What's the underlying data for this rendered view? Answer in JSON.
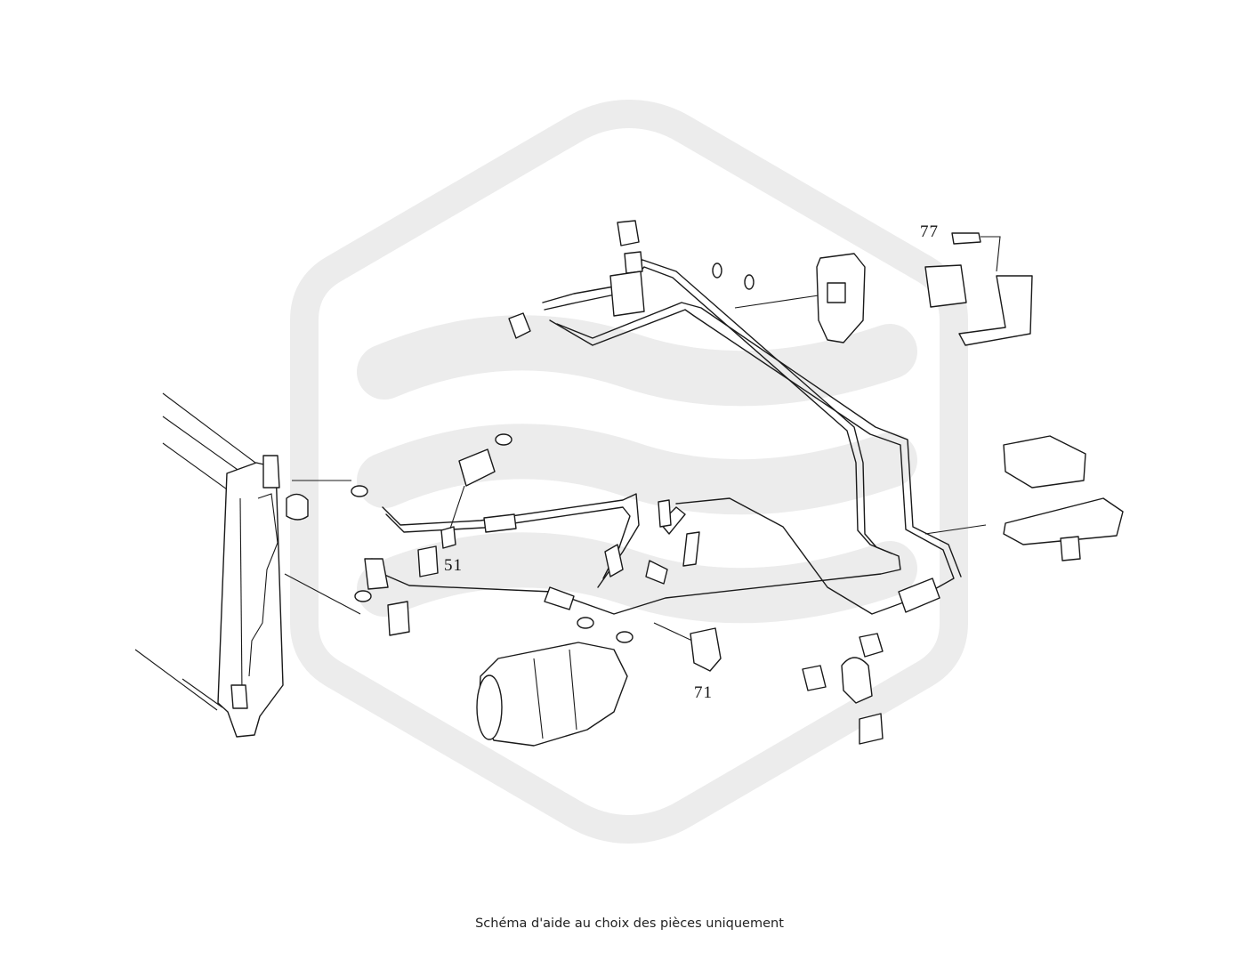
{
  "diagram": {
    "callouts": [
      "77",
      "51",
      "71"
    ],
    "watermark_color": "#ececec",
    "line_color": "#1a1a1a"
  },
  "caption": "Schéma d'aide au choix des pièces uniquement"
}
